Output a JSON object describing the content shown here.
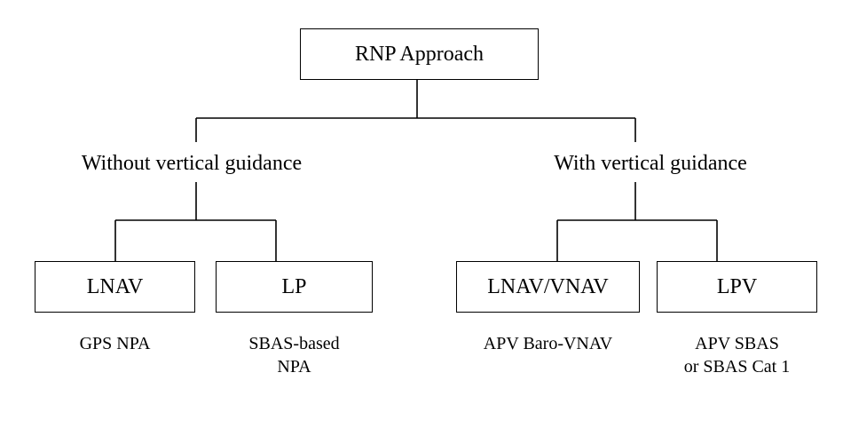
{
  "root": {
    "label": "RNP Approach"
  },
  "branches": [
    {
      "label": "Without vertical guidance",
      "children": [
        {
          "label": "LNAV",
          "caption": [
            "GPS NPA"
          ]
        },
        {
          "label": "LP",
          "caption": [
            "SBAS-based",
            "NPA"
          ]
        }
      ]
    },
    {
      "label": "With vertical guidance",
      "children": [
        {
          "label": "LNAV/VNAV",
          "caption": [
            "APV Baro-VNAV"
          ]
        },
        {
          "label": "LPV",
          "caption": [
            "APV SBAS",
            "or SBAS Cat 1"
          ]
        }
      ]
    }
  ]
}
